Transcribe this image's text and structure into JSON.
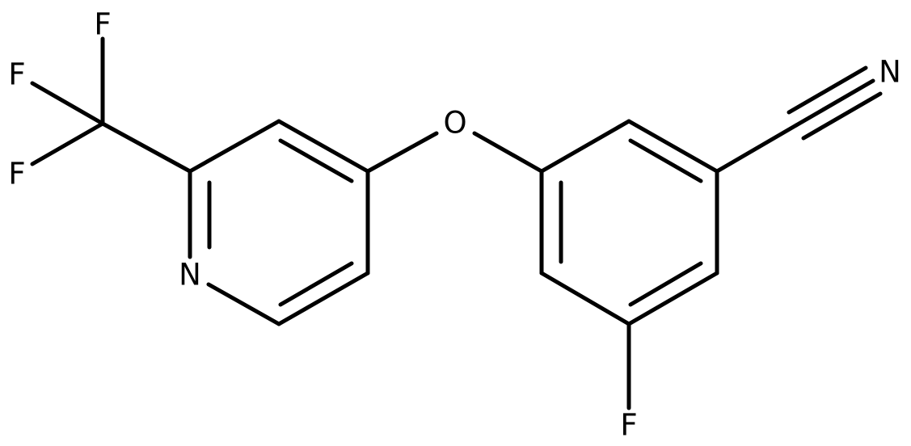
{
  "molecule": {
    "atoms": {
      "f_top": "F",
      "f_left": "F",
      "f_lower": "F",
      "n_pyridine": "N",
      "o_ether": "O",
      "n_nitrile": "N",
      "f_ring": "F"
    }
  },
  "colors": {
    "bond": "#000000",
    "label": "#000000",
    "background": "#ffffff"
  }
}
